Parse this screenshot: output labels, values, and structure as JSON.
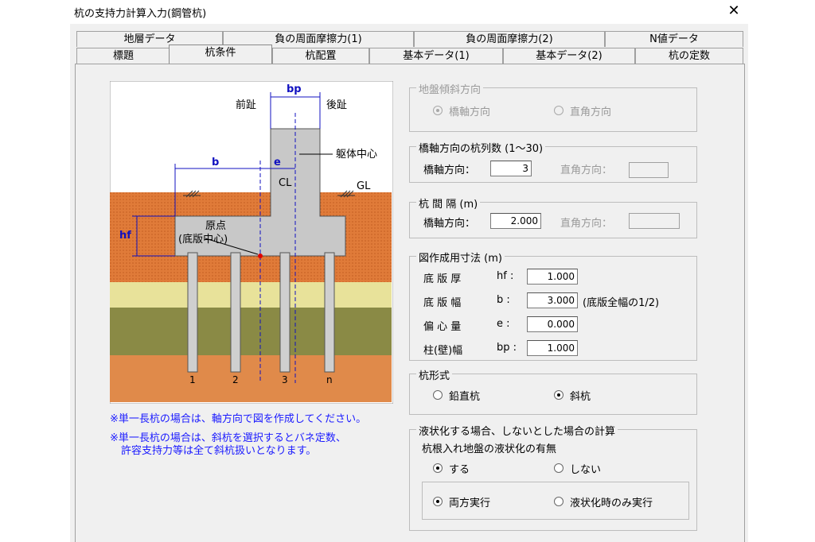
{
  "window": {
    "title": "杭の支持力計算入力(鋼管杭)",
    "close": "✕"
  },
  "tabs_row1": [
    "地層データ",
    "負の周面摩擦力(1)",
    "負の周面摩擦力(2)",
    "N値データ"
  ],
  "tabs_row2": [
    "標題",
    "杭条件",
    "杭配置",
    "基本データ(1)",
    "基本データ(2)",
    "杭の定数"
  ],
  "diagram": {
    "bp": "bp",
    "front": "前趾",
    "back": "後趾",
    "body_center": "躯体中心",
    "b": "b",
    "e": "e",
    "cl": "CL",
    "gl": "GL",
    "hf": "hf",
    "origin": "原点",
    "origin_sub": "(底版中心)",
    "pile_labels": [
      "1",
      "2",
      "3",
      "n"
    ],
    "colors": {
      "top_soil": "#e07b39",
      "sand": "#e8e29a",
      "clay": "#8a8a45",
      "bottom": "#e08a4a"
    }
  },
  "notes": [
    "※単一長杭の場合は、軸方向で図を作成してください。",
    "※単一長杭の場合は、斜杭を選択するとバネ定数、",
    "許容支持力等は全て斜杭扱いとなります。"
  ],
  "slope": {
    "title": "地盤傾斜方向",
    "opt1": "橋軸方向",
    "opt2": "直角方向"
  },
  "pile_rows": {
    "title": "橋軸方向の杭列数 (1〜30)",
    "axis_label": "橋軸方向：",
    "axis_value": "3",
    "perp_label": "直角方向：",
    "perp_value": ""
  },
  "spacing": {
    "title": "杭 間 隔 (m)",
    "axis_label": "橋軸方向：",
    "axis_value": "2.000",
    "perp_label": "直角方向：",
    "perp_value": ""
  },
  "dims": {
    "title": "図作成用寸法 (m)",
    "rows": [
      {
        "label": "底 版 厚",
        "sym": "hf :",
        "value": "1.000",
        "note": ""
      },
      {
        "label": "底 版 幅",
        "sym": "b  :",
        "value": "3.000",
        "note": "(底版全幅の1/2)"
      },
      {
        "label": "偏 心 量",
        "sym": "e  :",
        "value": "0.000",
        "note": ""
      },
      {
        "label": "柱(壁)幅",
        "sym": "bp :",
        "value": "1.000",
        "note": ""
      }
    ]
  },
  "pile_type": {
    "title": "杭形式",
    "opt1": "鉛直杭",
    "opt2": "斜杭"
  },
  "liquefaction": {
    "title": "液状化する場合、しないとした場合の計算",
    "question": "杭根入れ地盤の液状化の有無",
    "yes": "する",
    "no": "しない",
    "both": "両方実行",
    "only": "液状化時のみ実行"
  }
}
